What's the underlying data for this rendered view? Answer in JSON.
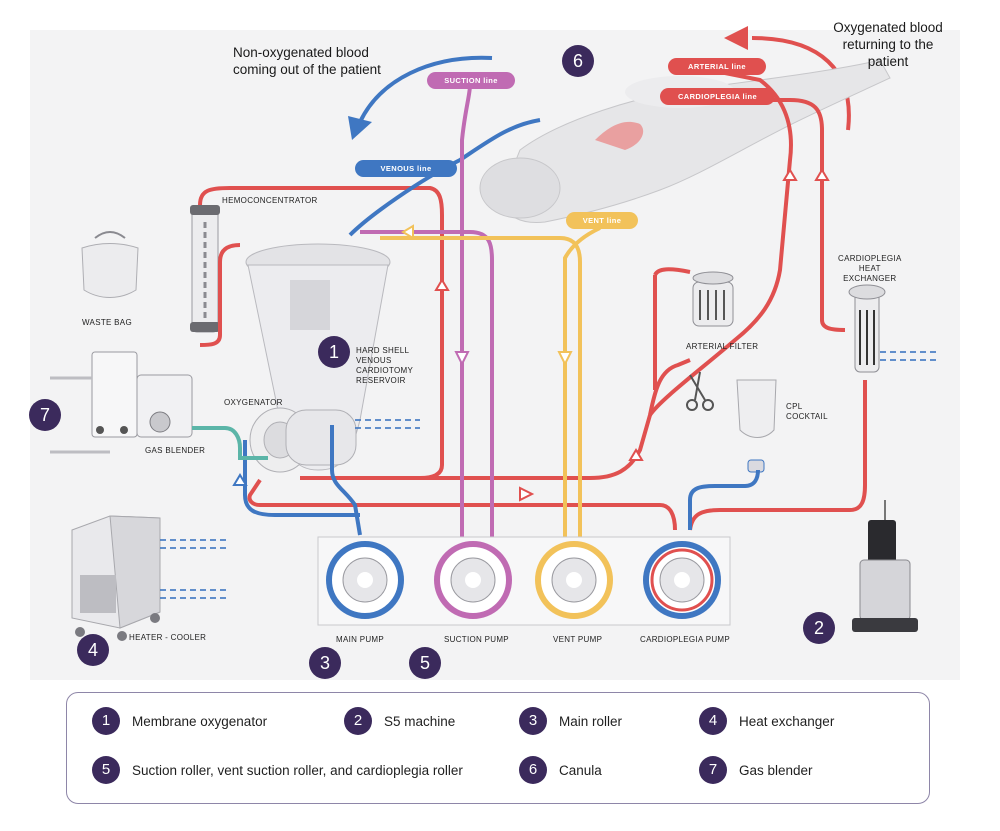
{
  "annotations": {
    "non_oxygenated": "Non-oxygenated blood\ncoming out of the patient",
    "oxygenated": "Oxygenated blood\nreturning to the\npatient"
  },
  "lines": {
    "suction": "SUCTION line",
    "venous": "VENOUS line",
    "arterial": "ARTERIAL line",
    "cardioplegia": "CARDIOPLEGIA line",
    "vent": "VENT line"
  },
  "components": {
    "hemoconcentrator": "HEMOCONCENTRATOR",
    "waste_bag": "WASTE BAG",
    "reservoir": "HARD SHELL\nVENOUS\nCARDIOTOMY\nRESERVOIR",
    "oxygenator": "OXYGENATOR",
    "gas_blender": "GAS BLENDER",
    "arterial_filter": "ARTERIAL FILTER",
    "cardioplegia_heat_exchanger": "CARDIOPLEGIA\nHEAT\nEXCHANGER",
    "cpl_cocktail": "CPL\nCOCKTAIL",
    "heater_cooler": "HEATER - COOLER",
    "main_pump": "MAIN PUMP",
    "suction_pump": "SUCTION PUMP",
    "vent_pump": "VENT PUMP",
    "cardioplegia_pump": "CARDIOPLEGIA PUMP"
  },
  "badges": {
    "reservoir": "1",
    "s5": "2",
    "main_roller": "3",
    "heater": "4",
    "suction_roller": "5",
    "canula": "6",
    "gas_blender": "7"
  },
  "legend": [
    {
      "num": "1",
      "text": "Membrane oxygenator"
    },
    {
      "num": "2",
      "text": "S5 machine"
    },
    {
      "num": "3",
      "text": "Main roller"
    },
    {
      "num": "4",
      "text": "Heat exchanger"
    },
    {
      "num": "5",
      "text": "Suction roller, vent suction roller, and cardioplegia roller"
    },
    {
      "num": "6",
      "text": "Canula"
    },
    {
      "num": "7",
      "text": "Gas blender"
    }
  ],
  "colors": {
    "venous_blue": "#3f77c2",
    "arterial_red": "#e0504f",
    "suction_purple": "#c06bb3",
    "vent_yellow": "#f2c25a",
    "badge_purple": "#3b2a5c"
  }
}
